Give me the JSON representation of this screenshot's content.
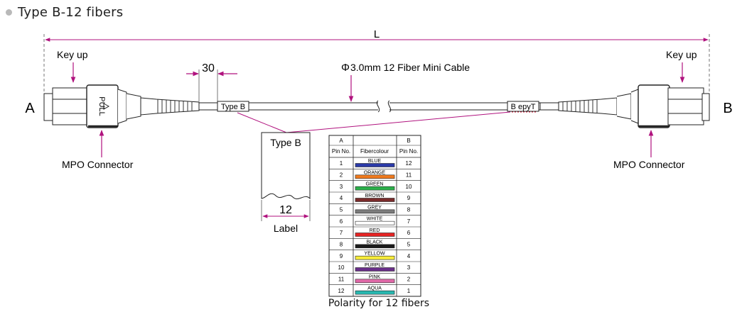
{
  "heading": "Type B-12 fibers",
  "labels": {
    "length": "L",
    "end_a": "A",
    "end_b": "B",
    "key_up_left": "Key up",
    "key_up_right": "Key up",
    "cable": "3.0mm  12 Fiber Mini Cable",
    "phi": "Φ",
    "boot_dim": "30",
    "pull": "PULL",
    "cable_tag_left": "Type B",
    "cable_tag_right": "B epyT",
    "mpo_left": "MPO Connector",
    "mpo_right": "MPO Connector",
    "label_tag_title": "Type B",
    "label_width": "12",
    "label_caption": "Label"
  },
  "polarity": {
    "header_a": "A",
    "header_b": "B",
    "col_pin": "Pin No.",
    "col_colour": "Fibercolour",
    "col_pin_b": "Pin No.",
    "caption": "Polarity for 12 fibers",
    "rows": [
      {
        "a": "1",
        "colour": "BLUE",
        "hex": "#2b3aa8",
        "b": "12"
      },
      {
        "a": "2",
        "colour": "ORANGE",
        "hex": "#f07a1e",
        "b": "11"
      },
      {
        "a": "3",
        "colour": "GREEN",
        "hex": "#2bb04a",
        "b": "10"
      },
      {
        "a": "4",
        "colour": "BROWN",
        "hex": "#7a2b2b",
        "b": "9"
      },
      {
        "a": "5",
        "colour": "GREY",
        "hex": "#7d7d7d",
        "b": "8"
      },
      {
        "a": "6",
        "colour": "WHITE",
        "hex": "#ffffff",
        "b": "7"
      },
      {
        "a": "7",
        "colour": "RED",
        "hex": "#e52424",
        "b": "6"
      },
      {
        "a": "8",
        "colour": "BLACK",
        "hex": "#1a1a1a",
        "b": "5"
      },
      {
        "a": "9",
        "colour": "YELLOW",
        "hex": "#f7ec3a",
        "b": "4"
      },
      {
        "a": "10",
        "colour": "PURPLE",
        "hex": "#6a2f8a",
        "b": "3"
      },
      {
        "a": "11",
        "colour": "PINK",
        "hex": "#e06aa8",
        "b": "2"
      },
      {
        "a": "12",
        "colour": "AQUA",
        "hex": "#28b8b0",
        "b": "1"
      }
    ]
  },
  "colors": {
    "annotation": "#b0127e",
    "line": "#222222",
    "dashed": "#c8102e"
  }
}
